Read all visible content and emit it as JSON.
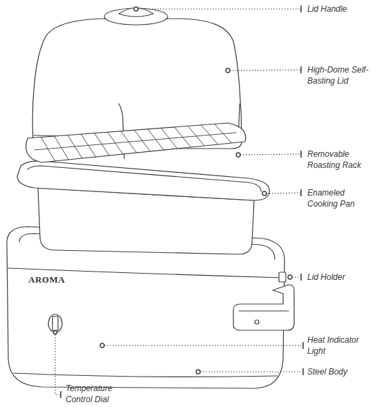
{
  "diagram": {
    "labels": [
      "Lid Handle",
      "High-Dome Self-Basting Lid",
      "Removable Roasting Rack",
      "Enameled Cooking Pan",
      "AROMA",
      "Lid Holder",
      "Heat Indicator Light",
      "Steel Body",
      "Temperature Control Dial"
    ]
  }
}
